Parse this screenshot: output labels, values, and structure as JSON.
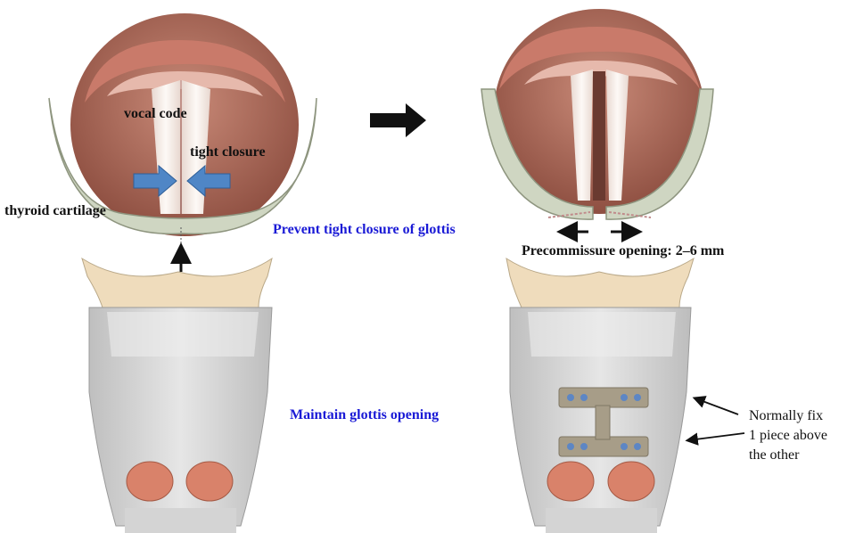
{
  "labels": {
    "vocal_code": "vocal code",
    "tight_closure": "tight closure",
    "thyroid_cartilage": "thyroid cartilage",
    "prevent": "Prevent tight closure of glottis",
    "precommissure": "Precommissure opening: 2–6 mm",
    "maintain": "Maintain glottis opening",
    "note_line1": "Normally fix",
    "note_line2": "1 piece above",
    "note_line3": "the other"
  },
  "colors": {
    "caption_blue": "#1a1ad6",
    "pressure_arrow": "#4f86c6",
    "cartilage": "#cfd6c2",
    "mucosa": "#b5705e",
    "vocal_fold": "#f4ece6",
    "muscle": "#d9826a",
    "larynx_body": "#d8d8d8",
    "implant": "#a79d88"
  }
}
